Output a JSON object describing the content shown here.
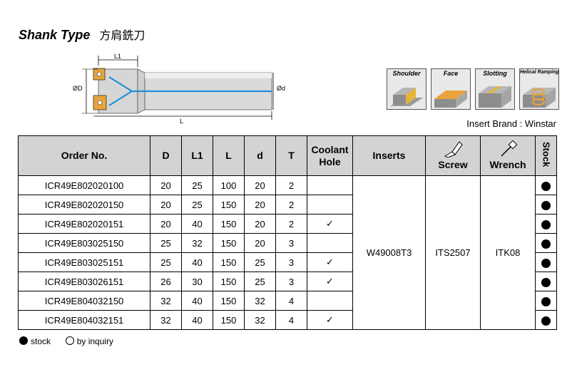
{
  "title": {
    "en": "Shank Type",
    "zh": "方肩銑刀"
  },
  "drawing": {
    "dim_l1": "L1",
    "dim_l": "L",
    "dim_od": "ØD",
    "dim_d": "Ød"
  },
  "applications": [
    {
      "label": "Shoulder",
      "icon": "shoulder-milling-icon"
    },
    {
      "label": "Face",
      "icon": "face-milling-icon"
    },
    {
      "label": "Slotting",
      "icon": "slotting-icon"
    },
    {
      "label": "Helical Ramping",
      "icon": "helical-ramping-icon"
    }
  ],
  "brand": "Insert Brand : Winstar",
  "table": {
    "headers": {
      "order_no": "Order No.",
      "D": "D",
      "L1": "L1",
      "L": "L",
      "d": "d",
      "T": "T",
      "coolant": "Coolant Hole",
      "inserts": "Inserts",
      "screw": "Screw",
      "wrench": "Wrench",
      "stock": "Stock"
    },
    "rows": [
      {
        "order_no": "ICR49E802020100",
        "D": "20",
        "L1": "25",
        "L": "100",
        "d": "20",
        "T": "2",
        "coolant": ""
      },
      {
        "order_no": "ICR49E802020150",
        "D": "20",
        "L1": "25",
        "L": "150",
        "d": "20",
        "T": "2",
        "coolant": ""
      },
      {
        "order_no": "ICR49E802020151",
        "D": "20",
        "L1": "40",
        "L": "150",
        "d": "20",
        "T": "2",
        "coolant": "✓"
      },
      {
        "order_no": "ICR49E803025150",
        "D": "25",
        "L1": "32",
        "L": "150",
        "d": "20",
        "T": "3",
        "coolant": ""
      },
      {
        "order_no": "ICR49E803025151",
        "D": "25",
        "L1": "40",
        "L": "150",
        "d": "25",
        "T": "3",
        "coolant": "✓"
      },
      {
        "order_no": "ICR49E803026151",
        "D": "26",
        "L1": "30",
        "L": "150",
        "d": "25",
        "T": "3",
        "coolant": "✓"
      },
      {
        "order_no": "ICR49E804032150",
        "D": "32",
        "L1": "40",
        "L": "150",
        "d": "32",
        "T": "4",
        "coolant": ""
      },
      {
        "order_no": "ICR49E804032151",
        "D": "32",
        "L1": "40",
        "L": "150",
        "d": "32",
        "T": "4",
        "coolant": "✓"
      }
    ],
    "shared": {
      "inserts": "W49008T3",
      "screw": "ITS2507",
      "wrench": "ITK08"
    }
  },
  "legend": {
    "stock": "stock",
    "inquiry": "by inquiry"
  }
}
